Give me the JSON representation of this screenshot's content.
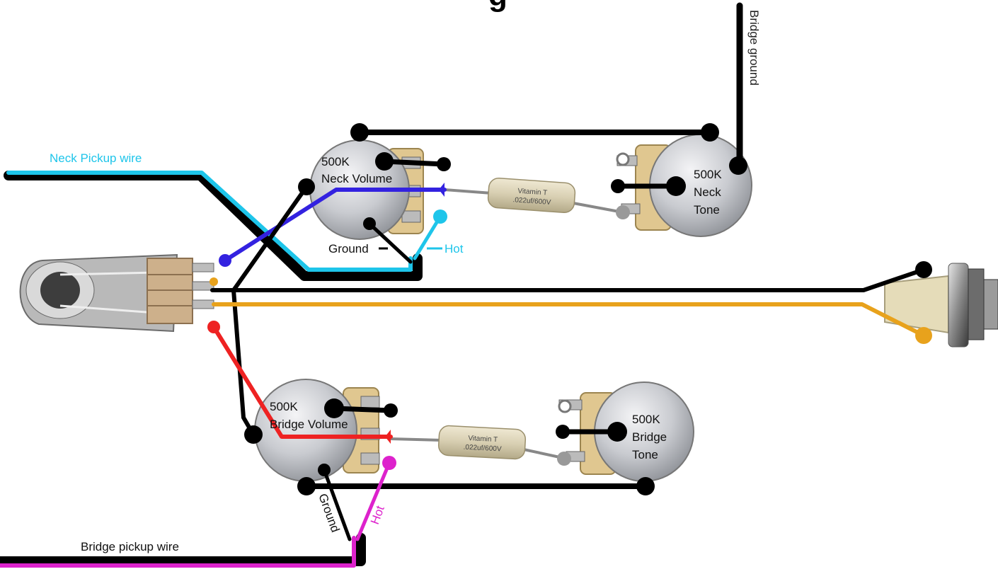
{
  "title_fragment": "g",
  "labels": {
    "bridge_ground": "Bridge ground",
    "neck_pickup_wire": "Neck Pickup wire",
    "bridge_pickup_wire": "Bridge pickup wire",
    "neck_ground": "Ground",
    "neck_hot": "Hot",
    "bridge_ground_lead": "Ground",
    "bridge_hot_lead": "Hot"
  },
  "pots": {
    "neck_volume": {
      "value": "500K",
      "name": "Neck Volume"
    },
    "neck_tone": {
      "value": "500K",
      "line2": "Neck",
      "line3": "Tone"
    },
    "bridge_volume": {
      "value": "500K",
      "name": "Bridge Volume"
    },
    "bridge_tone": {
      "value": "500K",
      "line2": "Bridge",
      "line3": "Tone"
    }
  },
  "capacitors": {
    "neck": {
      "brand": "Vitamin T",
      "rating": ".022uf/600V"
    },
    "bridge": {
      "brand": "Vitamin T",
      "rating": ".022uf/600V"
    }
  },
  "colors": {
    "ground": "#000000",
    "neck_hot": "#1ec5ea",
    "neck_signal": "#3322e0",
    "bridge_hot": "#dd22cc",
    "bridge_signal": "#ee2222",
    "output": "#e8a21c",
    "cap_lead": "#888888"
  }
}
